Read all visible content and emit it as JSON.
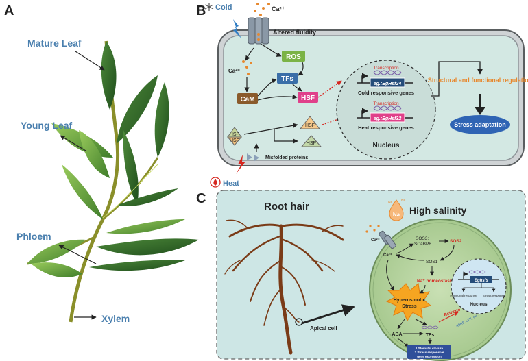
{
  "panelA": {
    "letter": "A",
    "labels": {
      "mature_leaf": "Mature Leaf",
      "young_leaf": "Young Leaf",
      "phloem": "Phloem",
      "xylem": "Xylem"
    }
  },
  "panelB": {
    "letter": "B",
    "cold_label": "Cold",
    "heat_label": "Heat",
    "ca_top": "Ca²⁺",
    "ca_inside": "Ca²⁺",
    "altered_fluidity": "Altered fluidity",
    "ros": "ROS",
    "tfs": "TFs",
    "cam": "CaM",
    "hsf": "HSF",
    "hsf_triangle": "HSF",
    "hsp_top": "HSP",
    "hsf_complex": "HSF",
    "hsp_triangle": "HSP",
    "misfolded": "Misfolded proteins",
    "transcription_1": "Transcription",
    "gene_1": "eg.:EgHsf24",
    "cold_genes": "Cold responsive genes",
    "transcription_2": "Transcription",
    "gene_2": "eg.:EgHsf32",
    "heat_genes": "Heat responsive genes",
    "nucleus": "Nucleus",
    "structural": "Structural and functional regulation",
    "stress_adaptation": "Stress adaptation"
  },
  "panelC": {
    "letter": "C",
    "root_hair": "Root hair",
    "high_salinity": "High salinity",
    "na_drop": "Na",
    "na_small_1": "Na",
    "na_small_2": "Na",
    "apical_cell": "Apical cell",
    "ca_in": "Ca²⁺",
    "ca_inside": "Ca²⁺",
    "sos3": "SOS3;",
    "scabp8": "SCaBP8",
    "sos2": "SOS2",
    "sos1": "SOS1",
    "na_homeostasis": "Na⁺ homeostasis",
    "hyperosmotic": "Hyperosmotic",
    "stress": "Stress",
    "gene": "Eghsfs",
    "hormonal": "Hormonal response",
    "stress_resp": "Stress response",
    "nucleus": "Nucleus",
    "activate": "Activate",
    "abre": "ABRE, LTR, etc.",
    "aba": "ABA",
    "tfs": "TFs",
    "result_1": "1.Stomatal closure",
    "result_2": "2.Stress-responsive",
    "result_3": "gene expression"
  },
  "colors": {
    "label_blue": "#4a7fae",
    "cell_fill": "#d3e8e3",
    "panel_c_bg": "#cde6e5",
    "ros_green": "#7bb346",
    "tfs_blue": "#3a6ea8",
    "cam_brown": "#8a5a2b",
    "hsf_pink": "#e0408a",
    "orange_text": "#e7882e",
    "stress_blue": "#2f64b4",
    "red_accent": "#d6261f"
  },
  "icons": {
    "cold": "snowflake-icon",
    "heat": "flame-icon",
    "channel": "membrane-channel-icon",
    "dna": "dna-helix-icon"
  }
}
